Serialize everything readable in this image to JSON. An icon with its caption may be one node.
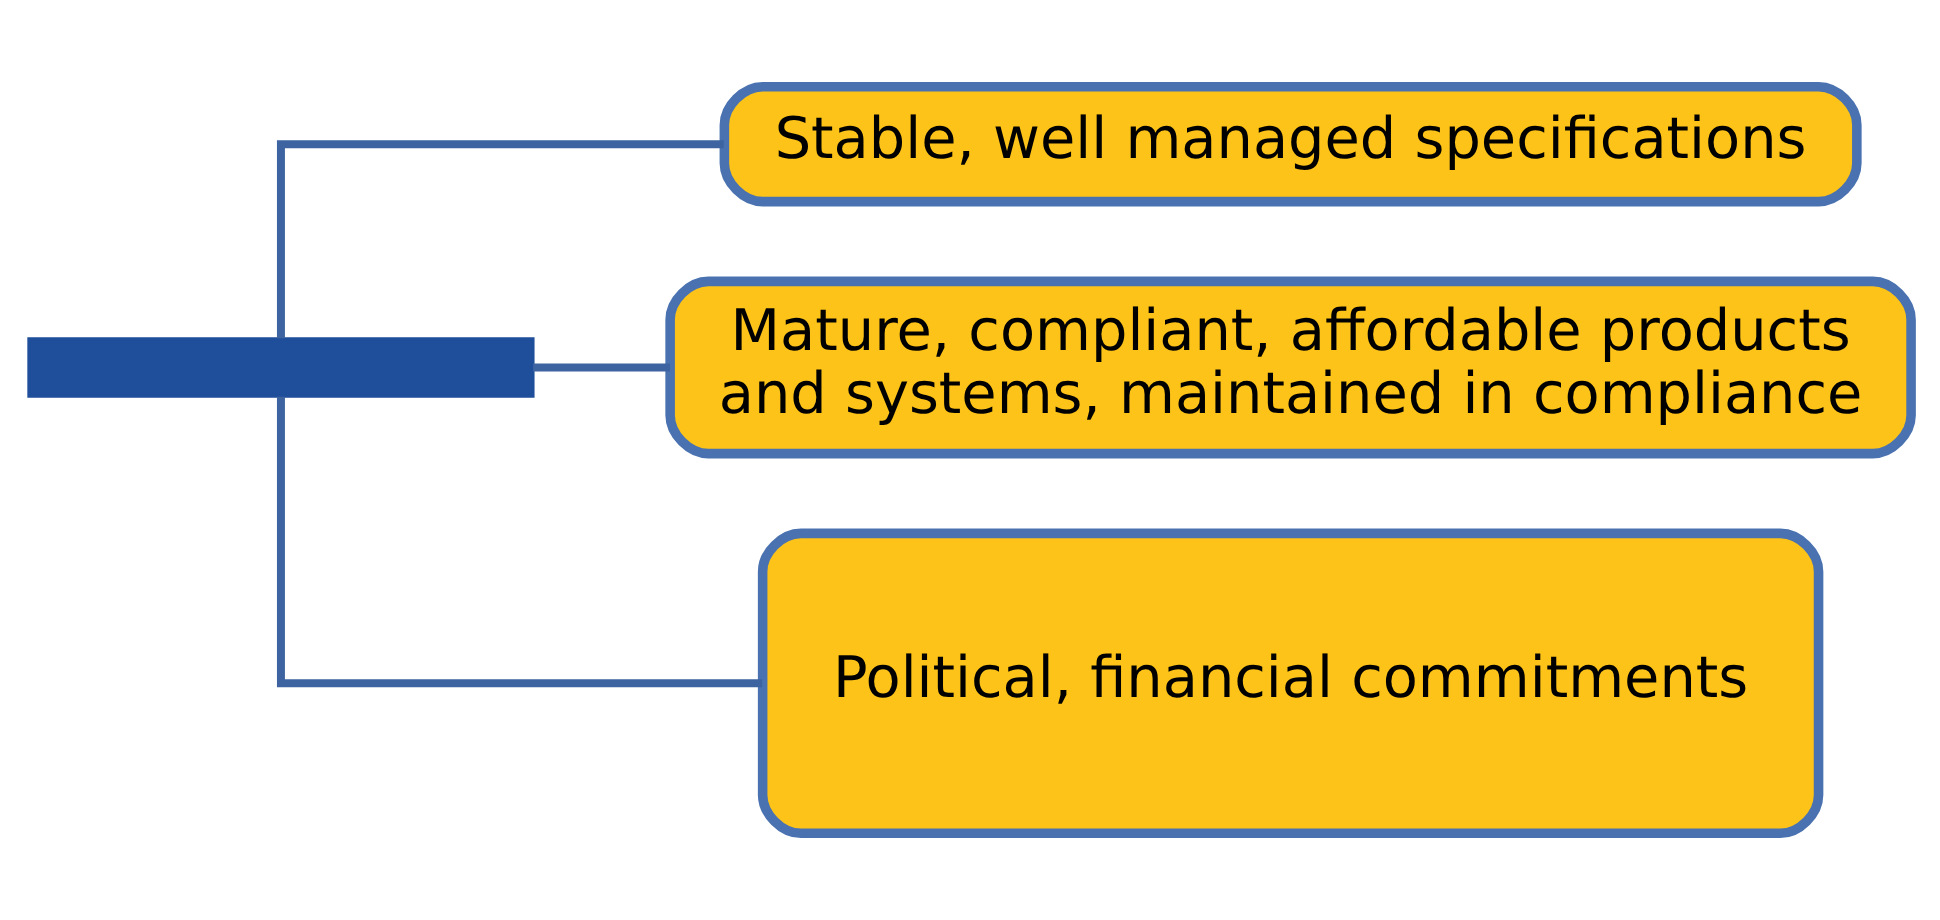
{
  "diagram": {
    "nodes": [
      {
        "text": [],
        "shape": "bar"
      },
      {
        "text": [
          "Stable, well managed specifications"
        ]
      },
      {
        "text": [
          "Mature, compliant, affordable products and systems, maintained in compliance"
        ]
      },
      {
        "text": [
          "Political, financial commitments"
        ]
      }
    ],
    "edges": [
      {
        "from": 0,
        "to": 1,
        "arrow": "none"
      },
      {
        "from": 0,
        "to": 2,
        "arrow": "none"
      },
      {
        "from": 0,
        "to": 3,
        "arrow": "none"
      }
    ]
  }
}
